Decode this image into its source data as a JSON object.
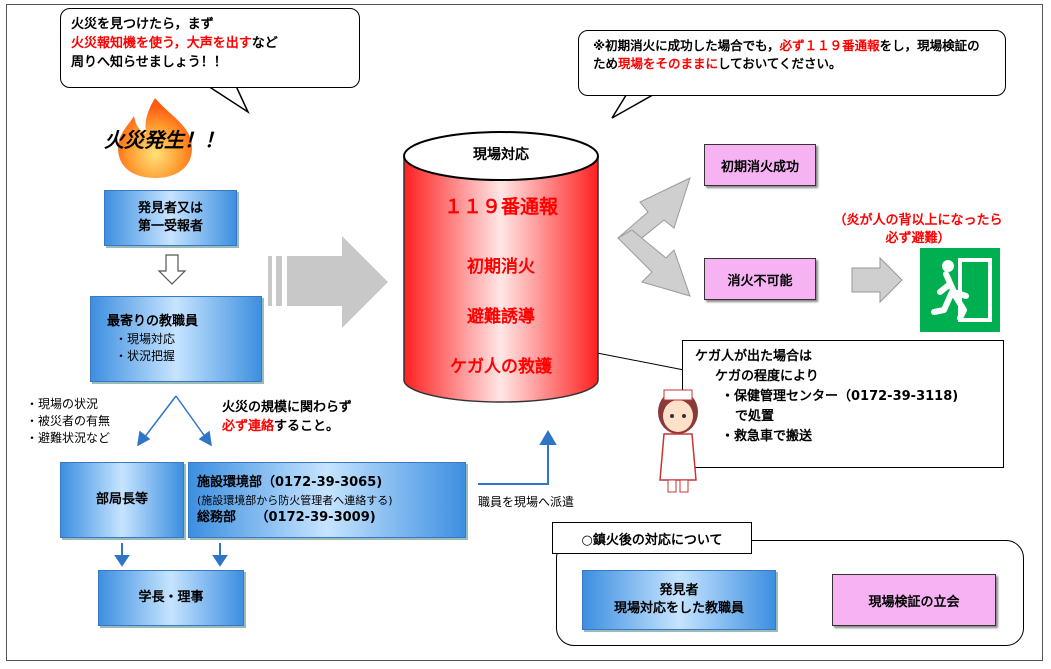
{
  "top_bubble": {
    "line1": "火災を見つけたら，まず",
    "line2_red": "火災報知機を使う，大声を出す",
    "line2_tail": "など",
    "line3": "周りへ知らせましょう！！"
  },
  "fire_label": "火災発生！！",
  "discoverer": {
    "line1": "発見者又は",
    "line2": "第一受報者"
  },
  "staff": {
    "title": "最寄りの教職員",
    "items": [
      "・現場対応",
      "・状況把握"
    ]
  },
  "report_list": [
    "・現場の状況",
    "・被災者の有無",
    "・避難状況など"
  ],
  "contact_note": {
    "line1": "火災の規模に関わらず",
    "line2_red": "必ず連絡",
    "line2_tail": "すること。"
  },
  "dept_head": "部局長等",
  "facilities": {
    "line1": "施設環境部（0172-39-3065)",
    "line2": "(施設環境部から防火管理者へ連絡する)",
    "line3": "総務部　　（0172-39-3009)"
  },
  "president": "学長・理事",
  "dispatch": "職員を現場へ派遣",
  "onsite": {
    "title": "現場対応",
    "items": [
      "１１９番通報",
      "初期消火",
      "避難誘導",
      "ケガ人の救護"
    ]
  },
  "note_bubble": {
    "p1": "※初期消火に成功した場合でも，",
    "p2_red": "必ず１１９番通報",
    "p3": "をし，現場検証のため",
    "p4_red": "現場をそのままに",
    "p5": "しておいてください。"
  },
  "success": "初期消火成功",
  "impossible": "消火不可能",
  "evacuate_note": {
    "line1": "（炎が人の背以上になったら",
    "line2": "必ず避難）"
  },
  "injury": {
    "line1": "ケガ人が出た場合は",
    "line2": "ケガの程度により",
    "line3": "・保健管理センター（0172-39-3118)",
    "line4": "で処置",
    "line5": "・救急車で搬送"
  },
  "after": {
    "title": "○鎮火後の対応について",
    "who_line1": "発見者",
    "who_line2": "現場対応をした教職員",
    "action": "現場検証の立会"
  },
  "colors": {
    "accent_red": "#ff0000",
    "blue_box": "#3d8fe0",
    "pink_box": "#f6b2f3",
    "exit_green": "#00b050",
    "arrow_gray": "#c8c8c8",
    "line_blue": "#2e75c6"
  }
}
